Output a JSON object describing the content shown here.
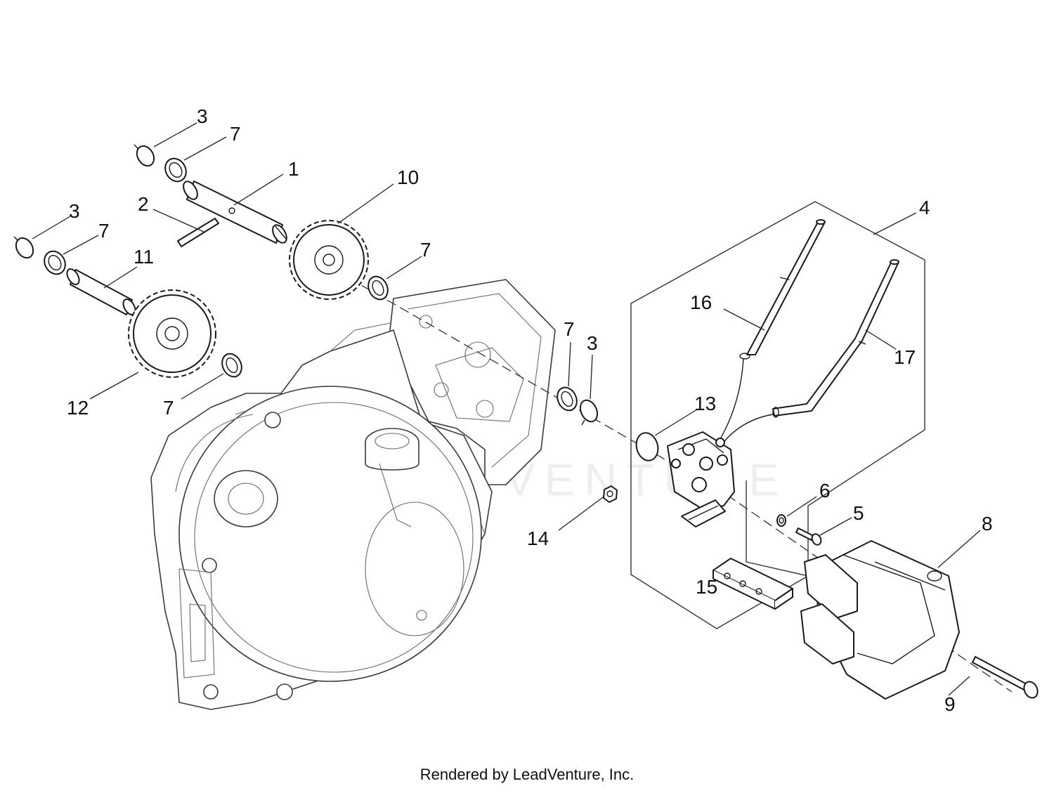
{
  "diagram": {
    "watermark": "LEADVENTURE",
    "callouts": [
      "1",
      "2",
      "3",
      "3",
      "3",
      "4",
      "5",
      "6",
      "7",
      "7",
      "7",
      "7",
      "7",
      "8",
      "9",
      "10",
      "11",
      "12",
      "13",
      "14",
      "15",
      "16",
      "17"
    ]
  },
  "footer": {
    "credit": "Rendered by LeadVenture, Inc."
  }
}
